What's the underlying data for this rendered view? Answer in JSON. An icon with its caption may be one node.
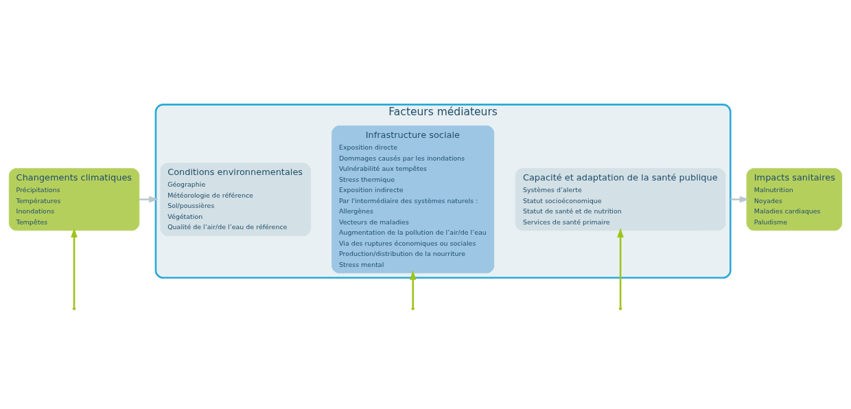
{
  "diagram": {
    "nodes": [
      {
        "text": [
          "Changements climatiques",
          "Précipitations",
          "Températures",
          "Inondations",
          "Tempêtes"
        ]
      },
      {
        "text": [
          "Facteurs médiateurs"
        ]
      },
      {
        "text": [
          "Conditions environnementales",
          "Géographie",
          "Météorologie de référence",
          "Sol/poussières",
          "Végétation",
          "Qualité de l’air/de l’eau de référence"
        ],
        "in": 1
      },
      {
        "text": [
          "Infrastructure sociale",
          "Exposition directe",
          "Dommages causés par les inondations",
          "Vulnérabilité aux tempêtes",
          "Stress thermique",
          "Exposition indirecte",
          "Par l'intermédiaire des systèmes naturels :",
          "Allergènes",
          "Vecteurs de maladies",
          "Augmentation de la pollution de l’air/de l’eau",
          "Via des ruptures économiques ou sociales",
          "Production/distribution de la nourriture",
          "Stress mental"
        ],
        "in": 1
      },
      {
        "text": [
          "Capacité et adaptation de la santé publique",
          "Systèmes d’alerte",
          "Statut socioéconomique",
          "Statut de santé et de nutrition",
          "Services de santé primaire"
        ],
        "in": 1
      },
      {
        "text": [
          "Impacts sanitaires",
          "Malnutrition",
          "Noyades",
          "Maladies cardiaques",
          "Paludisme"
        ]
      }
    ],
    "edges": [
      {
        "from": 0,
        "to": 1,
        "arrow": "to",
        "color": "#b9c9cf"
      },
      {
        "from": 1,
        "to": 5,
        "arrow": "to",
        "color": "#b9c9cf"
      },
      {
        "from": null,
        "to": 0,
        "arrow": "to"
      },
      {
        "from": null,
        "to": 3,
        "arrow": "to"
      },
      {
        "from": null,
        "to": 4,
        "arrow": "to"
      }
    ]
  }
}
